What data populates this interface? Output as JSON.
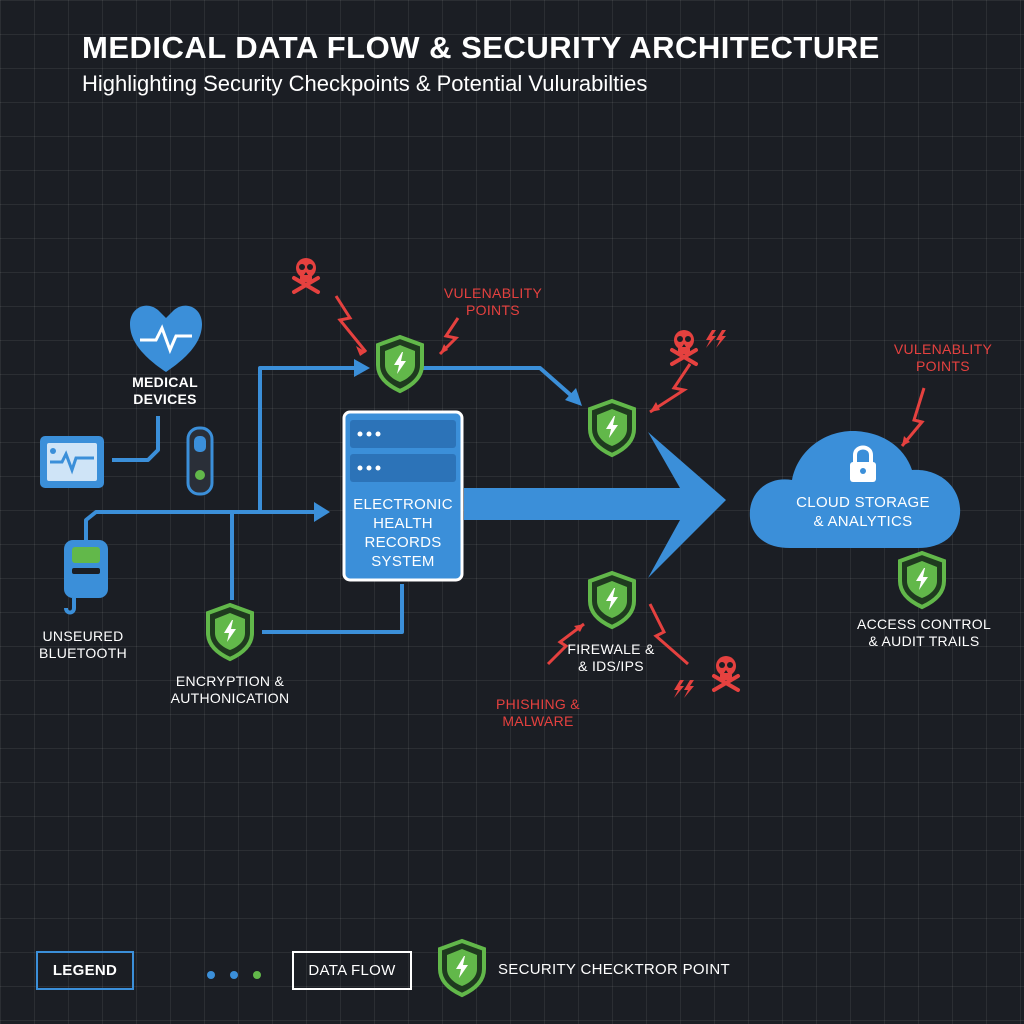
{
  "title": "MEDICAL DATA FLOW & SECURITY ARCHITECTURE",
  "subtitle": "Highlighting Security Checkpoints & Potential Vulurabilties",
  "nodes": {
    "medical_devices": "MEDICAL\nDEVICES",
    "unsecured_bluetooth": "UNSEURED\nBLUETOOTH",
    "ehr": "ELECTRONIC\nHEALTH\nRECORDS\nSYSTEM",
    "cloud": "CLOUD STORAGE\n& ANALYTICS"
  },
  "checkpoints": {
    "encryption": "ENCRYPTION &\nAUTHONICATION",
    "firewall": "FIREWALE &\n& IDS/IPS",
    "access_control": "ACCESS CONTROL\n& AUDIT TRAILS"
  },
  "vulnerabilities": {
    "top": "VULENABLITY\nPOINTS",
    "right": "VULENABLITY\nPOINTS",
    "phishing": "PHISHING &\nMALWARE"
  },
  "legend": {
    "title": "LEGEND",
    "data_flow": "DATA FLOW",
    "security_checkpoint": "SECURITY CHECKTROR POINT"
  },
  "colors": {
    "background": "#1b1e24",
    "flow_blue": "#3b8fd9",
    "shield_green": "#62b84a",
    "threat_red": "#e5413f"
  }
}
